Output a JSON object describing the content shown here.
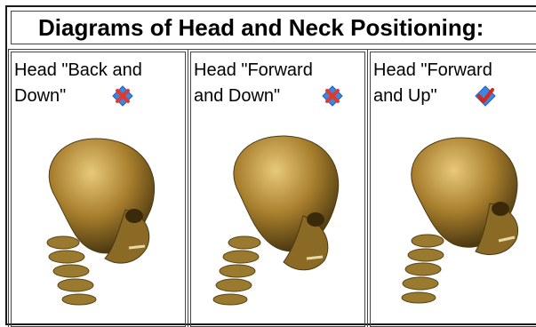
{
  "title": "Diagrams of Head and Neck Positioning:",
  "cells": [
    {
      "label_line1": "Head \"Back and",
      "label_line2": "Down\"",
      "status_icon": "x-mark-icon"
    },
    {
      "label_line1": "Head \"Forward",
      "label_line2": "and Down\"",
      "status_icon": "x-mark-icon"
    },
    {
      "label_line1": "Head \"Forward",
      "label_line2": "and Up\"",
      "status_icon": "check-mark-icon"
    }
  ],
  "colors": {
    "bone_light": "#c9a24a",
    "bone_dark": "#5a4417",
    "diamond": "#3f86e0",
    "x_mark": "#e23a2a",
    "check_mark": "#d8261b"
  }
}
